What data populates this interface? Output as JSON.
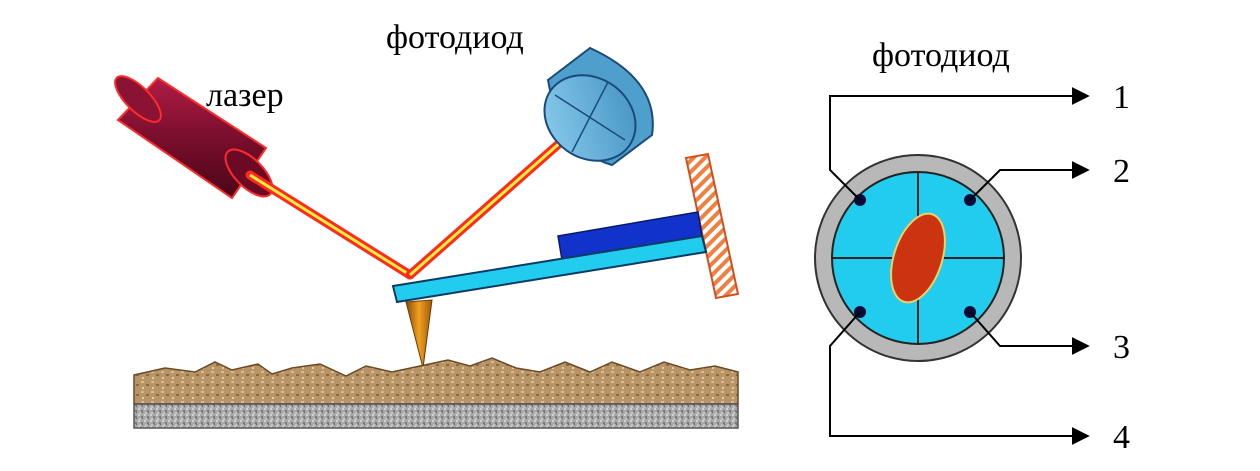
{
  "labels": {
    "laser": "лазер",
    "photodiode_top": "фотодиод",
    "photodiode_right": "фотодиод"
  },
  "terminals": [
    "1",
    "2",
    "3",
    "4"
  ],
  "colors": {
    "laser_body": "#7a0e2c",
    "laser_edge": "#ff2a2a",
    "beam_outer": "#ff2a1a",
    "beam_inner": "#ffee44",
    "photodiode_body": "#5fb0dd",
    "cantilever": "#22ccee",
    "piezo_block": "#1133cc",
    "holder_stripe": "#f08040",
    "tip": "#e08a10",
    "surface": "#b89466",
    "substrate": "#9a9a9a",
    "quad_ring": "#b8b8b8",
    "quad_face": "#22ccee",
    "spot": "#cc3310"
  }
}
